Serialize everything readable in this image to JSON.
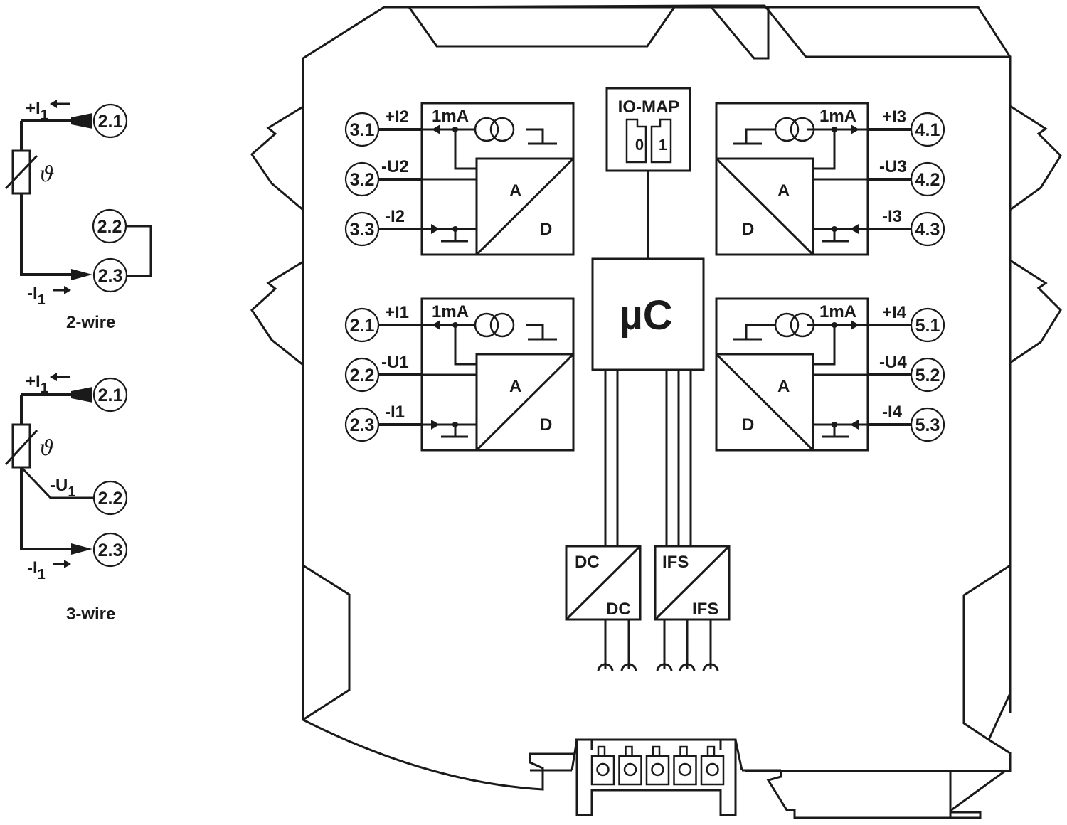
{
  "diagram": {
    "type": "block-diagram",
    "colors": {
      "line": "#1a1a1a",
      "background": "#ffffff"
    },
    "wiring_examples": [
      {
        "caption": "2-wire",
        "sensor_symbol": "ϑ",
        "labels": {
          "plus": "+I",
          "plus_sub": "1",
          "minus": "-I",
          "minus_sub": "1"
        },
        "terminals": [
          "2.1",
          "2.2",
          "2.3"
        ]
      },
      {
        "caption": "3-wire",
        "sensor_symbol": "ϑ",
        "labels": {
          "plus": "+I",
          "plus_sub": "1",
          "minus": "-I",
          "minus_sub": "1",
          "sense": "-U",
          "sense_sub": "1"
        },
        "terminals": [
          "2.1",
          "2.2",
          "2.3"
        ]
      }
    ],
    "channels": [
      {
        "id": "ch2",
        "side": "left",
        "current_source": "1mA",
        "ad_top": "A",
        "ad_bottom": "D",
        "terminals": [
          "3.1",
          "3.2",
          "3.3"
        ],
        "signals": [
          "+I2",
          "-U2",
          "-I2"
        ]
      },
      {
        "id": "ch1",
        "side": "left",
        "current_source": "1mA",
        "ad_top": "A",
        "ad_bottom": "D",
        "terminals": [
          "2.1",
          "2.2",
          "2.3"
        ],
        "signals": [
          "+I1",
          "-U1",
          "-I1"
        ]
      },
      {
        "id": "ch3",
        "side": "right",
        "current_source": "1mA",
        "ad_top": "A",
        "ad_bottom": "D",
        "terminals": [
          "4.1",
          "4.2",
          "4.3"
        ],
        "signals": [
          "+I3",
          "-U3",
          "-I3"
        ]
      },
      {
        "id": "ch4",
        "side": "right",
        "current_source": "1mA",
        "ad_top": "A",
        "ad_bottom": "D",
        "terminals": [
          "5.1",
          "5.2",
          "5.3"
        ],
        "signals": [
          "+I4",
          "-U4",
          "-I4"
        ]
      }
    ],
    "io_map": {
      "title": "IO-MAP",
      "switch_positions": [
        "0",
        "1"
      ]
    },
    "microcontroller": {
      "label": "µC"
    },
    "dc_converter": {
      "top": "DC",
      "bottom": "DC"
    },
    "ifs_converter": {
      "top": "IFS",
      "bottom": "IFS"
    },
    "bus_connector": {
      "terminal_count": 5
    }
  }
}
